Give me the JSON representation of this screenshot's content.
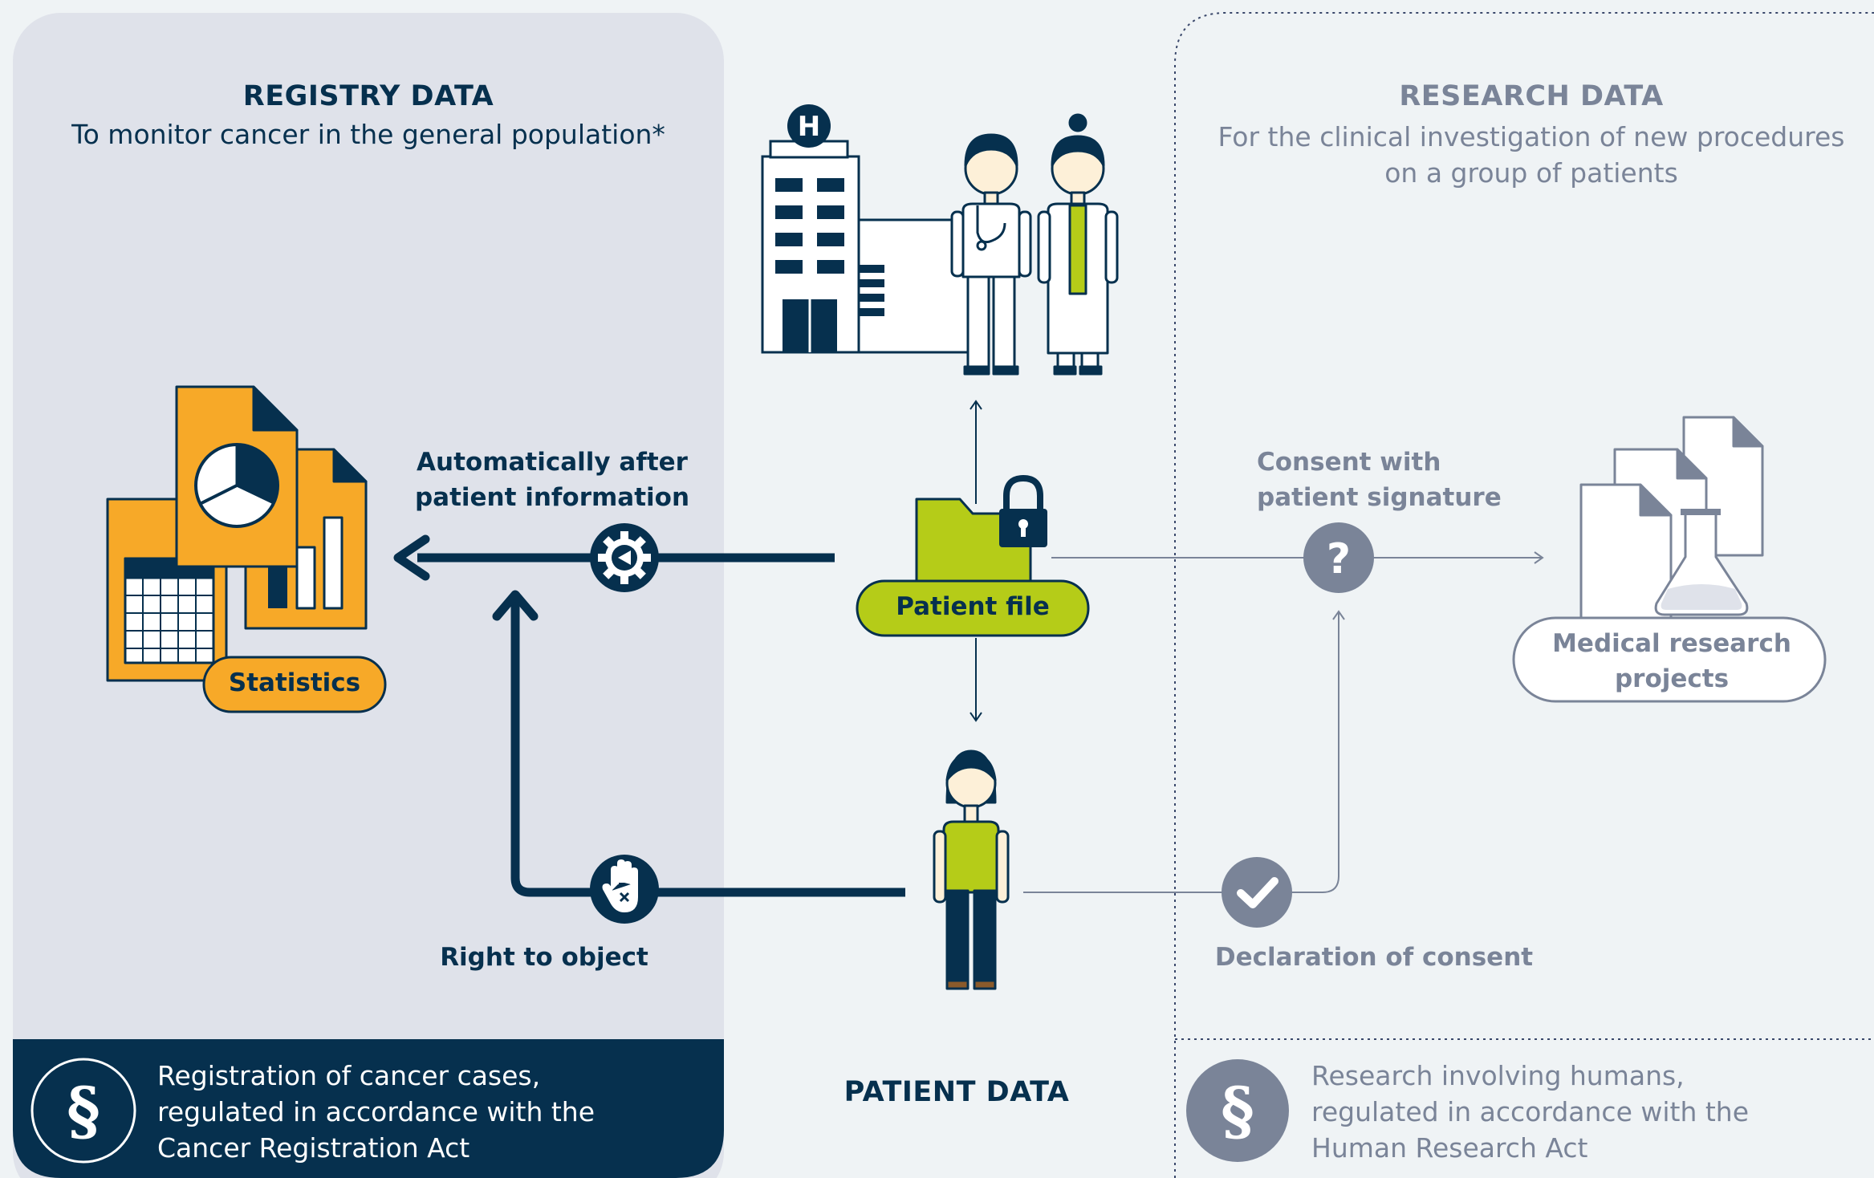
{
  "registry": {
    "title": "REGISTRY DATA",
    "subtitle": "To monitor cancer in the general population*",
    "legal_lines": [
      "Registration of cancer cases,",
      "regulated in accordance with the",
      "Cancer Registration Act"
    ]
  },
  "research": {
    "title": "RESEARCH DATA",
    "subtitle_lines": [
      "For the clinical investigation of new procedures",
      "on a group of patients"
    ],
    "legal_lines": [
      "Research involving humans,",
      "regulated in accordance with the",
      "Human Research Act"
    ]
  },
  "center": {
    "title": "PATIENT DATA"
  },
  "nodes": {
    "statistics": "Statistics",
    "patient_file": "Patient file",
    "medical_research_lines": [
      "Medical research",
      "projects"
    ]
  },
  "edges": {
    "automatic_lines": [
      "Automatically after",
      "patient information"
    ],
    "right_to_object": "Right to object",
    "consent_signature_lines": [
      "Consent with",
      "patient signature"
    ],
    "declaration_of_consent": "Declaration of consent"
  },
  "icons": {
    "paragraph": "paragraph-icon",
    "gear": "gear-icon",
    "hand_stop": "hand-stop-icon",
    "question": "question-icon",
    "check": "check-icon",
    "lock": "lock-icon",
    "hospital": "hospital-icon",
    "doctor": "doctor-icon",
    "nurse": "nurse-icon",
    "patient": "patient-icon",
    "documents": "documents-icon",
    "research_documents": "research-documents-icon"
  },
  "colors": {
    "navy": "#06304e",
    "grey": "#7a8498",
    "lime": "#b5cc18",
    "orange": "#f7a928",
    "panel": "#dfe2ea",
    "background": "#eff3f5"
  }
}
